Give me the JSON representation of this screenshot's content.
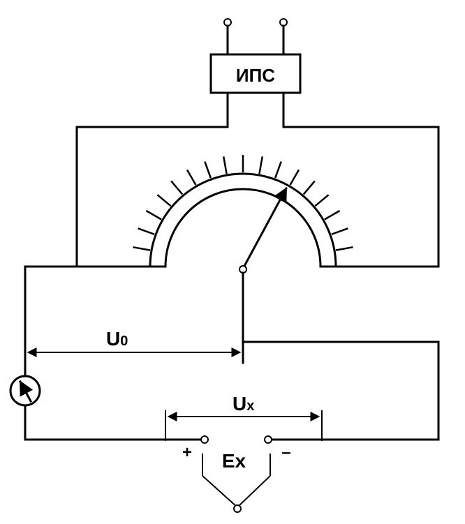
{
  "device_label": "ИПС",
  "voltage_u0": {
    "main": "U",
    "sub": "0"
  },
  "voltage_ux": {
    "main": "U",
    "sub": "x"
  },
  "emf_label": "Ex",
  "plus_sign": "+",
  "minus_sign": "–",
  "colors": {
    "line": "#000000",
    "background": "#ffffff"
  }
}
